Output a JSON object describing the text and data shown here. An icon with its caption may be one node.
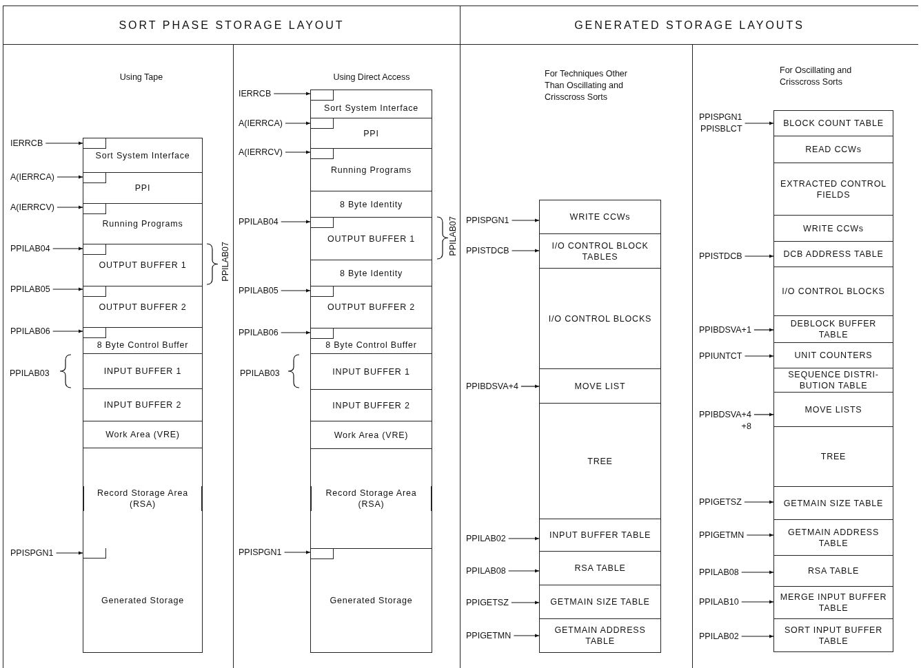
{
  "diagram": {
    "nodes": [
      {
        "text": [
          "SORT PHASE STORAGE LAYOUT"
        ]
      },
      {
        "text": [
          "GENERATED STORAGE LAYOUTS"
        ]
      },
      {
        "text": [
          "Using Tape"
        ]
      },
      {
        "text": [
          "Sort System Interface"
        ],
        "in": 2
      },
      {
        "text": [
          "PPI"
        ],
        "in": 2
      },
      {
        "text": [
          "Running Programs"
        ],
        "in": 2
      },
      {
        "text": [
          "OUTPUT BUFFER 1"
        ],
        "in": 2
      },
      {
        "text": [
          "OUTPUT BUFFER 2"
        ],
        "in": 2
      },
      {
        "text": [
          "8 Byte Control Buffer"
        ],
        "in": 2
      },
      {
        "text": [
          "INPUT BUFFER 1"
        ],
        "in": 2
      },
      {
        "text": [
          "INPUT BUFFER 2"
        ],
        "in": 2
      },
      {
        "text": [
          "Work Area (VRE)"
        ],
        "in": 2
      },
      {
        "text": [
          "Record Storage Area (RSA)"
        ],
        "in": 2
      },
      {
        "text": [
          "Generated Storage"
        ],
        "in": 2
      },
      {
        "text": [
          "IERRCB"
        ],
        "in": 2
      },
      {
        "text": [
          "A(IERRCA)"
        ],
        "in": 2
      },
      {
        "text": [
          "A(IERRCV)"
        ],
        "in": 2
      },
      {
        "text": [
          "PPILAB04"
        ],
        "in": 2
      },
      {
        "text": [
          "PPILAB05"
        ],
        "in": 2
      },
      {
        "text": [
          "PPILAB06"
        ],
        "in": 2
      },
      {
        "text": [
          "PPISPGN1"
        ],
        "in": 2
      },
      {
        "text": [
          "Using Direct Access"
        ]
      },
      {
        "text": [
          "Sort System Interface"
        ],
        "in": 21
      },
      {
        "text": [
          "PPI"
        ],
        "in": 21
      },
      {
        "text": [
          "Running Programs"
        ],
        "in": 21
      },
      {
        "text": [
          "8 Byte Identity"
        ],
        "in": 21
      },
      {
        "text": [
          "OUTPUT BUFFER 1"
        ],
        "in": 21
      },
      {
        "text": [
          "8 Byte Identity"
        ],
        "in": 21
      },
      {
        "text": [
          "OUTPUT BUFFER 2"
        ],
        "in": 21
      },
      {
        "text": [
          "8 Byte Control Buffer"
        ],
        "in": 21
      },
      {
        "text": [
          "INPUT BUFFER 1"
        ],
        "in": 21
      },
      {
        "text": [
          "INPUT BUFFER 2"
        ],
        "in": 21
      },
      {
        "text": [
          "Work Area (VRE)"
        ],
        "in": 21
      },
      {
        "text": [
          "Record Storage Area (RSA)"
        ],
        "in": 21
      },
      {
        "text": [
          "Generated Storage"
        ],
        "in": 21
      },
      {
        "text": [
          "IERRCB"
        ],
        "in": 21
      },
      {
        "text": [
          "A(IERRCA)"
        ],
        "in": 21
      },
      {
        "text": [
          "A(IERRCV)"
        ],
        "in": 21
      },
      {
        "text": [
          "PPILAB04"
        ],
        "in": 21
      },
      {
        "text": [
          "PPILAB05"
        ],
        "in": 21
      },
      {
        "text": [
          "PPILAB06"
        ],
        "in": 21
      },
      {
        "text": [
          "PPISPGN1"
        ],
        "in": 21
      },
      {
        "text": [
          "For Techniques Other Than Oscillating and Crisscross Sorts"
        ]
      },
      {
        "text": [
          "WRITE CCWs"
        ],
        "in": 42
      },
      {
        "text": [
          "I/O CONTROL BLOCK TABLES"
        ],
        "in": 42
      },
      {
        "text": [
          "I/O CONTROL BLOCKS"
        ],
        "in": 42
      },
      {
        "text": [
          "MOVE LIST"
        ],
        "in": 42
      },
      {
        "text": [
          "TREE"
        ],
        "in": 42
      },
      {
        "text": [
          "INPUT BUFFER TABLE"
        ],
        "in": 42
      },
      {
        "text": [
          "RSA TABLE"
        ],
        "in": 42
      },
      {
        "text": [
          "GETMAIN SIZE TABLE"
        ],
        "in": 42
      },
      {
        "text": [
          "GETMAIN ADDRESS TABLE"
        ],
        "in": 42
      },
      {
        "text": [
          "PPISPGN1"
        ],
        "in": 42
      },
      {
        "text": [
          "PPISTDCB"
        ],
        "in": 42
      },
      {
        "text": [
          "PPIBDSVA+4"
        ],
        "in": 42
      },
      {
        "text": [
          "PPILAB02"
        ],
        "in": 42
      },
      {
        "text": [
          "PPILAB08"
        ],
        "in": 42
      },
      {
        "text": [
          "PPIGETSZ"
        ],
        "in": 42
      },
      {
        "text": [
          "PPIGETMN"
        ],
        "in": 42
      },
      {
        "text": [
          "For Oscillating and Crisscross Sorts"
        ]
      },
      {
        "text": [
          "BLOCK COUNT TABLE"
        ],
        "in": 59
      },
      {
        "text": [
          "READ CCWs"
        ],
        "in": 59
      },
      {
        "text": [
          "EXTRACTED CONTROL FIELDS"
        ],
        "in": 59
      },
      {
        "text": [
          "WRITE CCWs"
        ],
        "in": 59
      },
      {
        "text": [
          "DCB ADDRESS TABLE"
        ],
        "in": 59
      },
      {
        "text": [
          "I/O CONTROL BLOCKS"
        ],
        "in": 59
      },
      {
        "text": [
          "DEBLOCK BUFFER TABLE"
        ],
        "in": 59
      },
      {
        "text": [
          "UNIT COUNTERS"
        ],
        "in": 59
      },
      {
        "text": [
          "SEQUENCE DISTRI- BUTION TABLE"
        ],
        "in": 59
      },
      {
        "text": [
          "MOVE LISTS"
        ],
        "in": 59
      },
      {
        "text": [
          "TREE"
        ],
        "in": 59
      },
      {
        "text": [
          "GETMAIN SIZE TABLE"
        ],
        "in": 59
      },
      {
        "text": [
          "GETMAIN ADDRESS TABLE"
        ],
        "in": 59
      },
      {
        "text": [
          "RSA TABLE"
        ],
        "in": 59
      },
      {
        "text": [
          "MERGE INPUT BUFFER TABLE"
        ],
        "in": 59
      },
      {
        "text": [
          "SORT INPUT BUFFER TABLE"
        ],
        "in": 59
      },
      {
        "text": [
          "PPISPGN1",
          "PPISBLCT"
        ],
        "in": 59
      },
      {
        "text": [
          "PPISTDCB"
        ],
        "in": 59
      },
      {
        "text": [
          "PPIBDSVA+1"
        ],
        "in": 59
      },
      {
        "text": [
          "PPIUNTCT"
        ],
        "in": 59
      },
      {
        "text": [
          "PPIBDSVA+4",
          "+8"
        ],
        "in": 59
      },
      {
        "text": [
          "PPIGETSZ"
        ],
        "in": 59
      },
      {
        "text": [
          "PPIGETMN"
        ],
        "in": 59
      },
      {
        "text": [
          "PPILAB08"
        ],
        "in": 59
      },
      {
        "text": [
          "PPILAB10"
        ],
        "in": 59
      },
      {
        "text": [
          "PPILAB02"
        ],
        "in": 59
      }
    ],
    "edges": [
      {
        "from": 14,
        "to": 3,
        "arrow": "to"
      },
      {
        "from": 15,
        "to": 4,
        "arrow": "to"
      },
      {
        "from": 16,
        "to": 5,
        "arrow": "to"
      },
      {
        "from": 17,
        "to": 6,
        "arrow": "to"
      },
      {
        "from": 18,
        "to": 7,
        "arrow": "to"
      },
      {
        "from": 19,
        "to": 8,
        "arrow": "to"
      },
      {
        "from": 20,
        "to": 13,
        "arrow": "to"
      },
      {
        "from": 35,
        "to": 22,
        "arrow": "to"
      },
      {
        "from": 36,
        "to": 23,
        "arrow": "to"
      },
      {
        "from": 37,
        "to": 24,
        "arrow": "to"
      },
      {
        "from": 38,
        "to": 26,
        "arrow": "to"
      },
      {
        "from": 39,
        "to": 28,
        "arrow": "to"
      },
      {
        "from": 40,
        "to": 29,
        "arrow": "to"
      },
      {
        "from": 41,
        "to": 34,
        "arrow": "to"
      },
      {
        "from": 52,
        "to": 43,
        "arrow": "to"
      },
      {
        "from": 53,
        "to": 44,
        "arrow": "to"
      },
      {
        "from": 54,
        "to": 46,
        "arrow": "to"
      },
      {
        "from": 55,
        "to": 48,
        "arrow": "to"
      },
      {
        "from": 56,
        "to": 49,
        "arrow": "to"
      },
      {
        "from": 57,
        "to": 50,
        "arrow": "to"
      },
      {
        "from": 58,
        "to": 51,
        "arrow": "to"
      },
      {
        "from": 76,
        "to": 60,
        "arrow": "to"
      },
      {
        "from": 77,
        "to": 64,
        "arrow": "to"
      },
      {
        "from": 78,
        "to": 66,
        "arrow": "to"
      },
      {
        "from": 79,
        "to": 67,
        "arrow": "to"
      },
      {
        "from": 80,
        "to": 69,
        "arrow": "to"
      },
      {
        "from": 81,
        "to": 71,
        "arrow": "to"
      },
      {
        "from": 82,
        "to": 72,
        "arrow": "to"
      },
      {
        "from": 83,
        "to": 73,
        "arrow": "to"
      },
      {
        "from": 84,
        "to": 74,
        "arrow": "to"
      },
      {
        "from": 85,
        "to": 75,
        "arrow": "to"
      }
    ],
    "labels": [
      "PPILAB07",
      "PPILAB03",
      "PPILAB07",
      "PPILAB03"
    ]
  }
}
